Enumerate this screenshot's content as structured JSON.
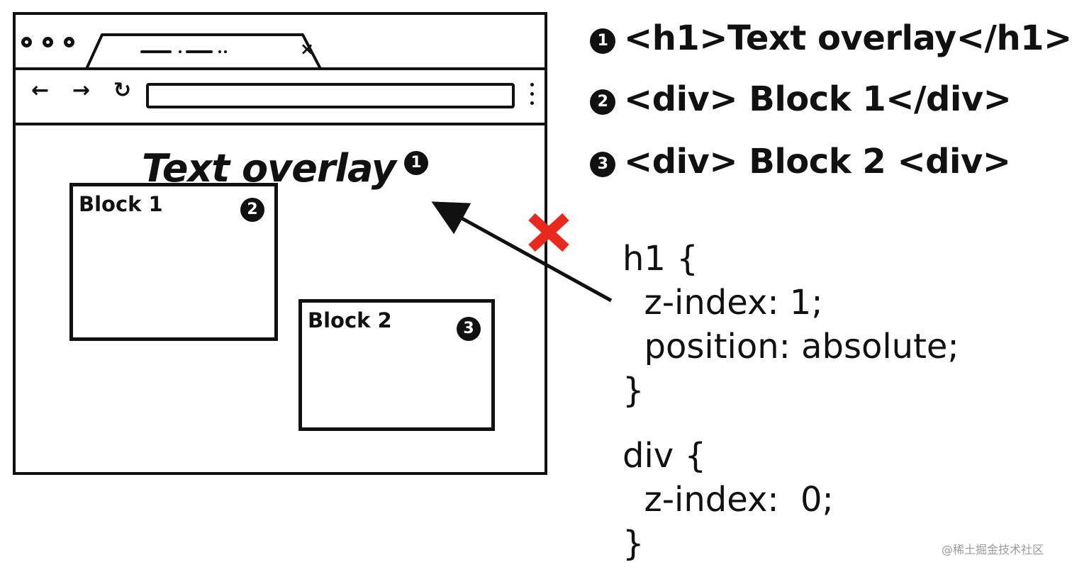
{
  "browser": {
    "tab_close": "×",
    "nav": {
      "back_icon": "←",
      "forward_icon": "→",
      "reload_icon": "↻"
    },
    "content": {
      "overlay_text": "Text overlay",
      "block1_label": "Block 1",
      "block2_label": "Block 2",
      "badge1": "1",
      "badge2": "2",
      "badge3": "3"
    }
  },
  "html_markup": {
    "line1": {
      "badge": "1",
      "code": "<h1>Text overlay</h1>"
    },
    "line2": {
      "badge": "2",
      "code": "<div> Block 1</div>"
    },
    "line3": {
      "badge": "3",
      "code": "<div> Block 2 <div>"
    }
  },
  "css_rules": {
    "h1_rule": {
      "open": "h1 {",
      "prop1": "  z-index: 1;",
      "prop2": "  position: absolute;",
      "close": "}"
    },
    "div_rule": {
      "open": "div {",
      "prop1": "  z-index:  0;",
      "close": "}"
    }
  },
  "colors": {
    "cross": "#e8291c",
    "ink": "#111111"
  },
  "watermark": "@稀土掘金技术社区"
}
